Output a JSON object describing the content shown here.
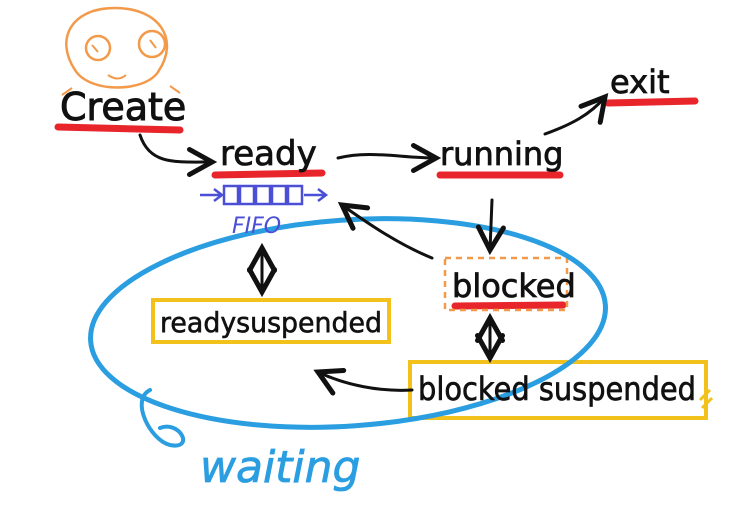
{
  "states": {
    "create": "Create",
    "ready": "ready",
    "running": "running",
    "exit": "exit",
    "blocked": "blocked",
    "ready_suspended": "readysuspended",
    "blocked_suspended": "blocked suspended"
  },
  "queue_label": "FIFO",
  "group_label": "waiting",
  "colors": {
    "ink": "#111111",
    "underline": "#e8252a",
    "highlight": "#f2c11c",
    "queue": "#4a4fd6",
    "waiting": "#2a9ee0",
    "mascot": "#f39a4a",
    "blocked_box": "#f39a4a"
  },
  "icons": [
    "mascot-icon"
  ]
}
